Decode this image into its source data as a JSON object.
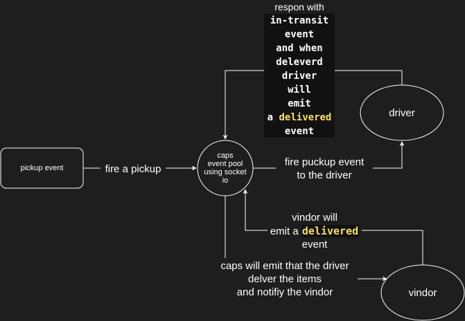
{
  "nodes": {
    "pickup": {
      "label": "pickup event"
    },
    "caps": {
      "lines": [
        "caps",
        "event pool",
        "using socket",
        "io"
      ]
    },
    "driver": {
      "label": "driver"
    },
    "vindor": {
      "label": "vindor"
    }
  },
  "edges": {
    "fire_pickup": {
      "label": "fire a pickup"
    },
    "caps_to_driver": {
      "line1": "fire puckup event",
      "line2": "to the driver"
    },
    "caps_to_vindor": {
      "line1": "caps will emit that the driver",
      "line2": "delver the items",
      "line3": "and notifiy the vindor"
    },
    "vindor_to_caps": {
      "line1": "vindor will",
      "line2_prefix": "emit a ",
      "line2_code": "delivered",
      "line3": "event"
    },
    "driver_to_caps": {
      "line1": "respon with",
      "line2": "in-transit",
      "line3": "event",
      "line4": "and when",
      "line5": "deleverd",
      "line6": "driver",
      "line7": "will",
      "line8": "emit",
      "line9_prefix": "a ",
      "line9_code": "delivered",
      "line10": "event"
    }
  },
  "colors": {
    "background": "#1e1e1e",
    "stroke": "#ffffff",
    "highlight": "#f7e05a",
    "code_background": "#111111"
  }
}
